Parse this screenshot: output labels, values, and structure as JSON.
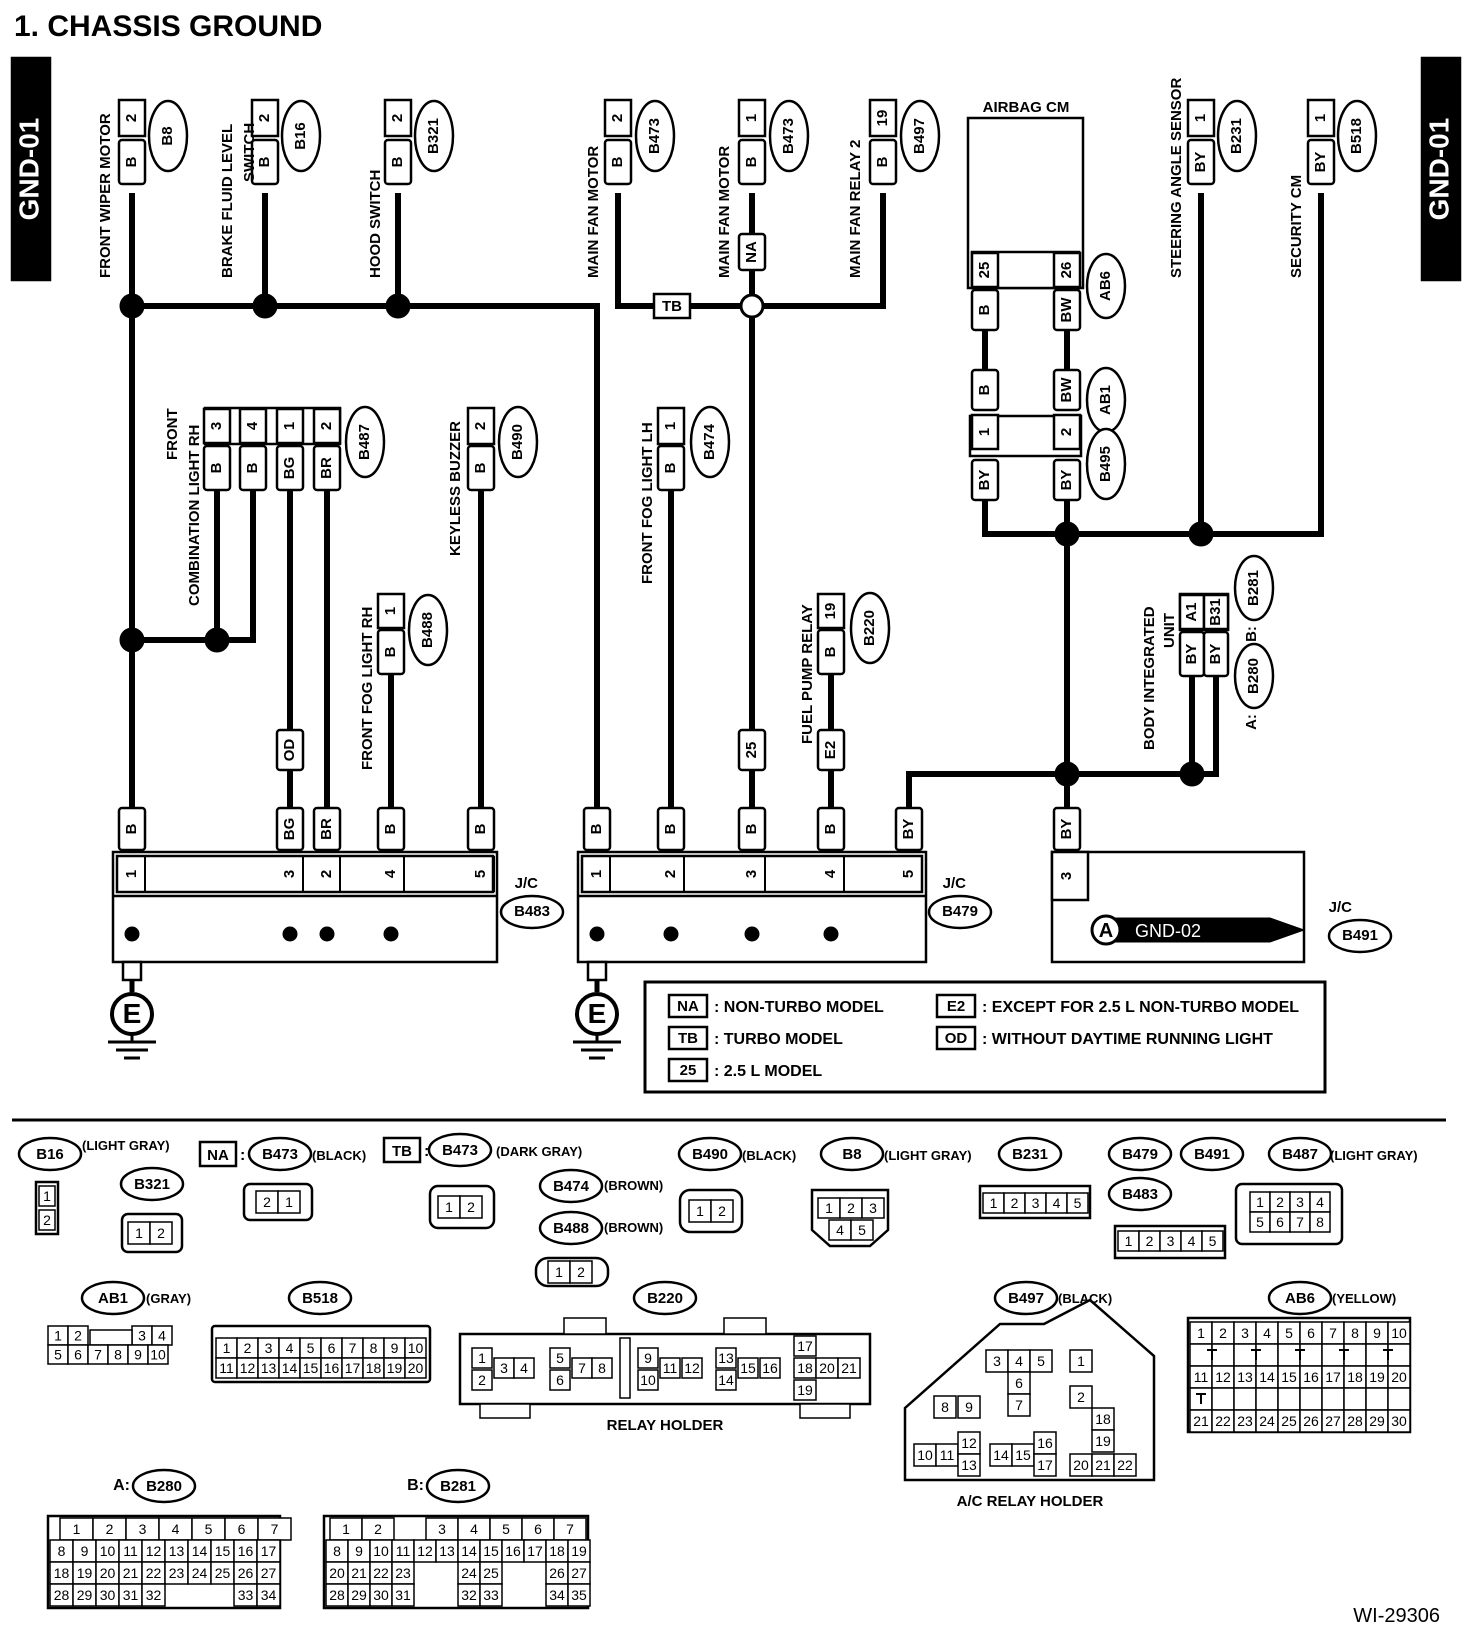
{
  "title": "1. CHASSIS GROUND",
  "side_tab": "GND-01",
  "diagram_id": "WI-29306",
  "top_components": [
    {
      "label": "FRONT WIPER MOTOR",
      "pin": "2",
      "wire": "B",
      "connector": "B8"
    },
    {
      "label": "BRAKE FLUID LEVEL",
      "label2": "SWITCH",
      "pin": "2",
      "wire": "B",
      "connector": "B16"
    },
    {
      "label": "HOOD SWITCH",
      "pin": "2",
      "wire": "B",
      "connector": "B321"
    },
    {
      "label": "MAIN FAN MOTOR",
      "pin": "2",
      "wire": "B",
      "connector": "B473"
    },
    {
      "label": "MAIN FAN MOTOR",
      "pin": "1",
      "wire": "B",
      "connector": "B473"
    },
    {
      "label": "MAIN FAN RELAY 2",
      "pin": "19",
      "wire": "B",
      "connector": "B497"
    },
    {
      "label": "STEERING ANGLE SENSOR",
      "pin": "1",
      "wire": "BY",
      "connector": "B231"
    },
    {
      "label": "SECURITY CM",
      "pin": "1",
      "wire": "BY",
      "connector": "B518"
    }
  ],
  "airbag": {
    "title": "AIRBAG CM",
    "pins": [
      "25",
      "26"
    ],
    "wires": [
      "B",
      "BW"
    ],
    "connectors": [
      "AB6",
      "AB1",
      "B495"
    ],
    "mid_pins": [
      "1",
      "2"
    ],
    "low_wires": [
      "BY",
      "BY"
    ]
  },
  "mid_components": [
    {
      "label": "FRONT",
      "label2": "COMBINATION LIGHT RH",
      "pins": [
        "3",
        "4",
        "1",
        "2"
      ],
      "wires": [
        "B",
        "B",
        "BG",
        "BR"
      ],
      "connector": "B487"
    },
    {
      "label": "KEYLESS BUZZER",
      "pin": "2",
      "wire": "B",
      "connector": "B490"
    },
    {
      "label": "FRONT FOG LIGHT LH",
      "pin": "1",
      "wire": "B",
      "connector": "B474"
    },
    {
      "label": "FRONT FOG LIGHT RH",
      "pin": "1",
      "wire": "B",
      "connector": "B488"
    },
    {
      "label": "FUEL PUMP RELAY",
      "pin": "19",
      "wire": "B",
      "connector": "B220"
    },
    {
      "label": "BODY INTEGRATED",
      "label2": "UNIT",
      "pins": [
        "A1",
        "B31"
      ],
      "wires": [
        "BY",
        "BY"
      ],
      "conn_a": "A:",
      "conn_a_id": "B280",
      "conn_b": "B:",
      "conn_b_id": "B281"
    }
  ],
  "tags": {
    "na": "NA",
    "tb": "TB",
    "od": "OD",
    "l25": "25",
    "e2": "E2"
  },
  "junctions": [
    {
      "label": "J/C",
      "connector": "B483",
      "pins": [
        "1",
        "3",
        "2",
        "4",
        "5"
      ],
      "wires": [
        "B",
        "BG",
        "BR",
        "B",
        "B"
      ]
    },
    {
      "label": "J/C",
      "connector": "B479",
      "pins": [
        "1",
        "2",
        "3",
        "4",
        "5"
      ],
      "wires": [
        "B",
        "B",
        "B",
        "B",
        "BY"
      ]
    },
    {
      "label": "J/C",
      "connector": "B491",
      "pins": [
        "3"
      ],
      "wires": [
        "BY"
      ],
      "ref_letter": "A",
      "ref_text": "GND-02"
    }
  ],
  "ground_symbol": "E",
  "legend": [
    {
      "code": "NA",
      "text": ": NON-TURBO MODEL"
    },
    {
      "code": "TB",
      "text": ": TURBO MODEL"
    },
    {
      "code": "25",
      "text": ": 2.5 L MODEL"
    },
    {
      "code": "E2",
      "text": ": EXCEPT FOR 2.5 L NON-TURBO MODEL"
    },
    {
      "code": "OD",
      "text": ": WITHOUT DAYTIME RUNNING LIGHT"
    }
  ],
  "connector_views": [
    {
      "id": "B16",
      "color": "(LIGHT GRAY)",
      "pins": [
        "1",
        "2"
      ]
    },
    {
      "id": "B321",
      "pins": [
        "1",
        "2"
      ]
    },
    {
      "id": "B473",
      "prefix": "NA",
      "color": "(BLACK)",
      "pins": [
        "2",
        "1"
      ]
    },
    {
      "id": "B473",
      "prefix": "TB",
      "color": "(DARK GRAY)",
      "pins": [
        "1",
        "2"
      ]
    },
    {
      "id": "B474",
      "color": "(BROWN)"
    },
    {
      "id": "B488",
      "color": "(BROWN)",
      "pins": [
        "1",
        "2"
      ]
    },
    {
      "id": "B490",
      "color": "(BLACK)",
      "pins": [
        "1",
        "2"
      ]
    },
    {
      "id": "B8",
      "color": "(LIGHT GRAY)",
      "pins": [
        "1",
        "2",
        "3",
        "4",
        "5"
      ]
    },
    {
      "id": "B231",
      "pins": [
        "1",
        "2",
        "3",
        "4",
        "5"
      ]
    },
    {
      "id": "B479"
    },
    {
      "id": "B491"
    },
    {
      "id": "B483",
      "pins": [
        "1",
        "2",
        "3",
        "4",
        "5"
      ]
    },
    {
      "id": "B487",
      "color": "(LIGHT GRAY)",
      "pins": [
        "1",
        "2",
        "3",
        "4",
        "5",
        "6",
        "7",
        "8"
      ]
    },
    {
      "id": "AB1",
      "color": "(GRAY)",
      "pins": [
        "1",
        "2",
        "3",
        "4",
        "5",
        "6",
        "7",
        "8",
        "9",
        "10"
      ]
    },
    {
      "id": "B518",
      "pins": [
        "1",
        "2",
        "3",
        "4",
        "5",
        "6",
        "7",
        "8",
        "9",
        "10",
        "11",
        "12",
        "13",
        "14",
        "15",
        "16",
        "17",
        "18",
        "19",
        "20"
      ]
    },
    {
      "id": "B220",
      "caption": "RELAY HOLDER",
      "pins": [
        "1",
        "2",
        "3",
        "4",
        "5",
        "6",
        "7",
        "8",
        "9",
        "10",
        "11",
        "12",
        "13",
        "14",
        "15",
        "16",
        "17",
        "18",
        "19",
        "20",
        "21"
      ]
    },
    {
      "id": "B497",
      "color": "(BLACK)",
      "caption": "A/C RELAY HOLDER",
      "pins": [
        "1",
        "2",
        "3",
        "4",
        "5",
        "6",
        "7",
        "8",
        "9",
        "10",
        "11",
        "12",
        "13",
        "14",
        "15",
        "16",
        "17",
        "18",
        "19",
        "20",
        "21",
        "22"
      ]
    },
    {
      "id": "AB6",
      "color": "(YELLOW)",
      "pins": [
        "1",
        "2",
        "3",
        "4",
        "5",
        "6",
        "7",
        "8",
        "9",
        "10",
        "11",
        "12",
        "13",
        "14",
        "15",
        "16",
        "17",
        "18",
        "19",
        "20",
        "21",
        "22",
        "23",
        "24",
        "25",
        "26",
        "27",
        "28",
        "29",
        "30"
      ]
    },
    {
      "id": "B280",
      "prefix": "A:",
      "rows": [
        [
          "1",
          "2",
          "3",
          "4",
          "5",
          "6",
          "7"
        ],
        [
          "8",
          "9",
          "10",
          "11",
          "12",
          "13",
          "14",
          "15",
          "16",
          "17"
        ],
        [
          "18",
          "19",
          "20",
          "21",
          "22",
          "23",
          "24",
          "25",
          "26",
          "27"
        ],
        [
          "28",
          "29",
          "30",
          "31",
          "32",
          "",
          "",
          "",
          "33",
          "34"
        ]
      ]
    },
    {
      "id": "B281",
      "prefix": "B:",
      "rows": [
        [
          "1",
          "2",
          "",
          "3",
          "4",
          "5",
          "6",
          "7"
        ],
        [
          "8",
          "9",
          "10",
          "11",
          "12",
          "13",
          "14",
          "15",
          "16",
          "17",
          "18",
          "19"
        ],
        [
          "20",
          "21",
          "22",
          "23",
          "",
          "",
          "24",
          "25",
          "",
          "",
          "26",
          "27"
        ],
        [
          "28",
          "29",
          "30",
          "31",
          "",
          "",
          "32",
          "33",
          "",
          "",
          "34",
          "35"
        ]
      ]
    }
  ]
}
